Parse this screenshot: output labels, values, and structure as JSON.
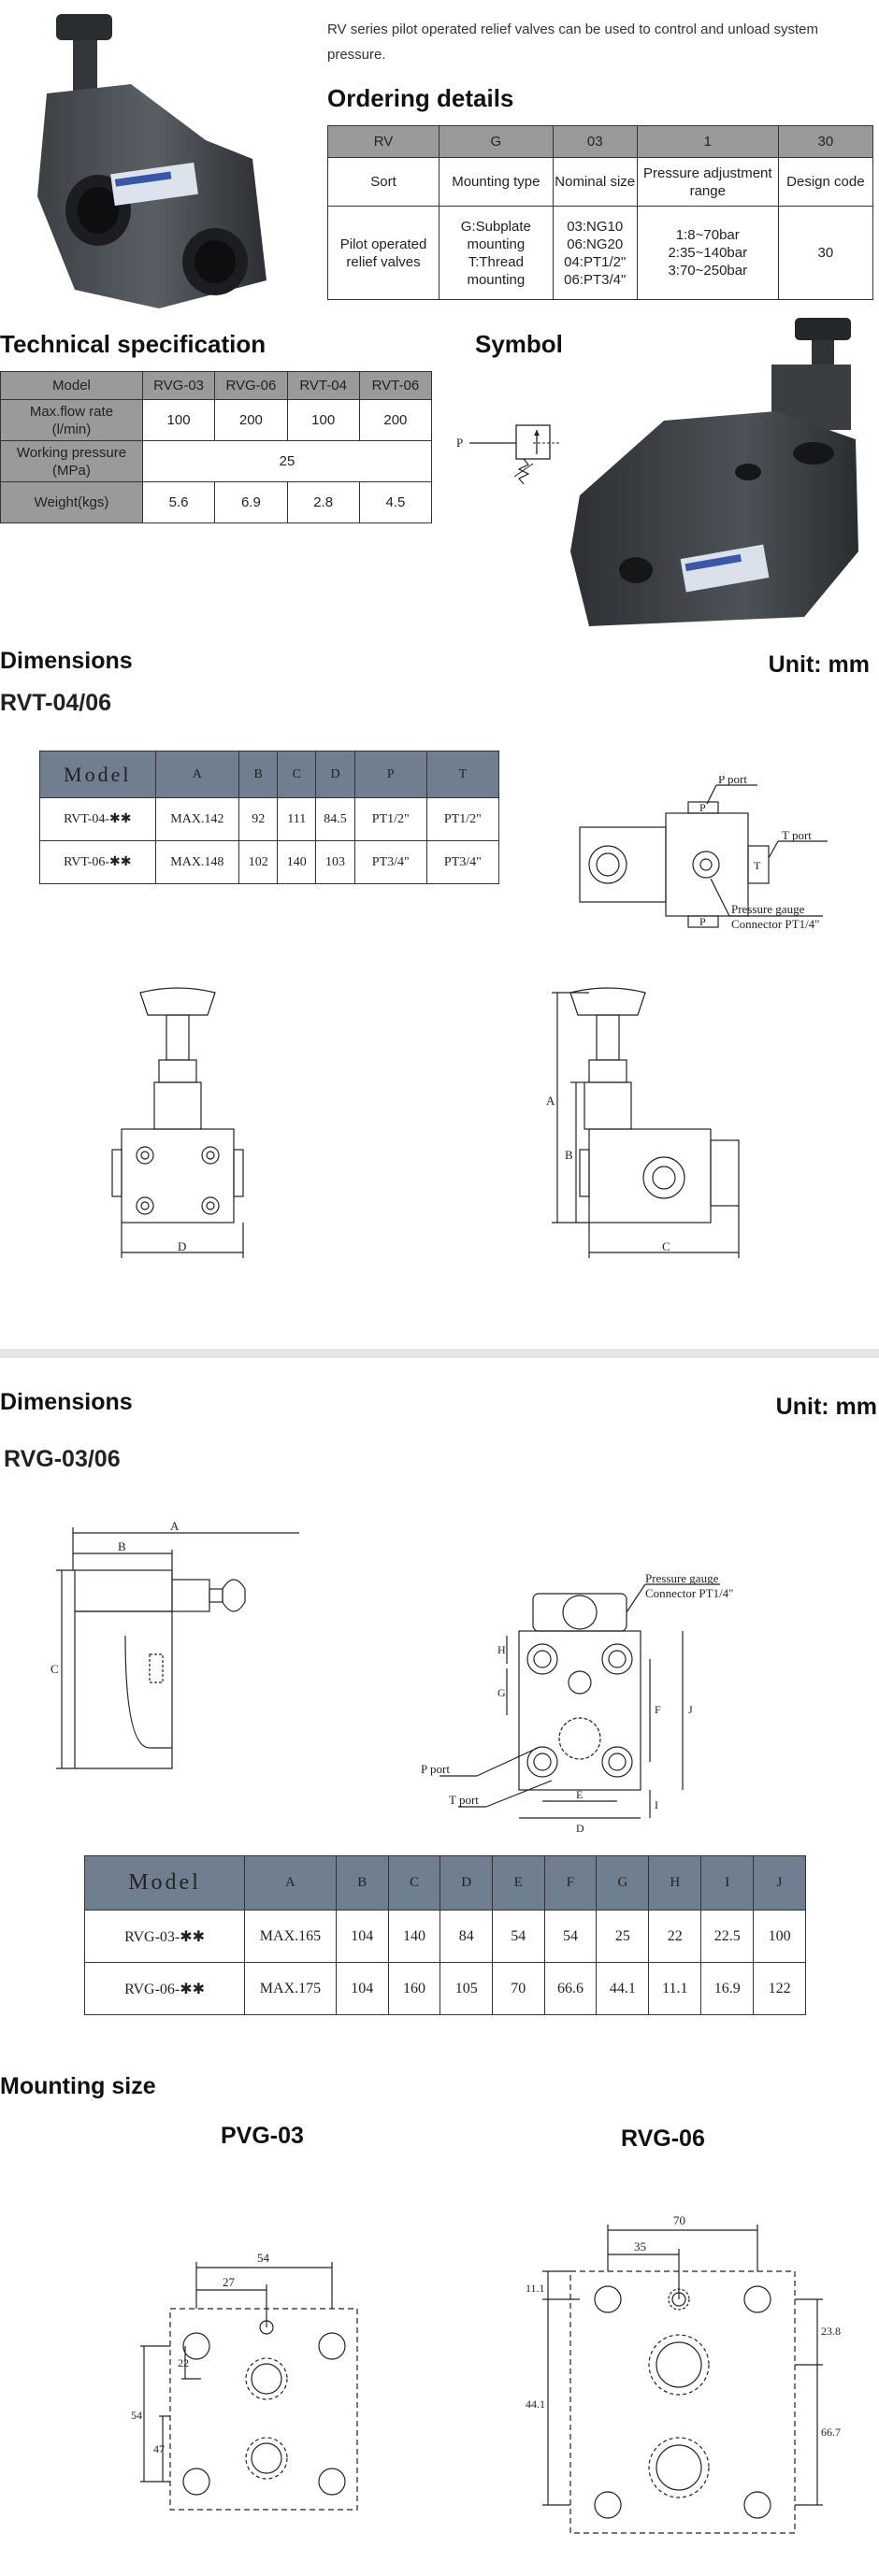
{
  "intro": "RV series pilot operated relief valves can be used to control and unload system pressure.",
  "ordering": {
    "title": "Ordering details",
    "codes": [
      "RV",
      "G",
      "03",
      "1",
      "30"
    ],
    "labels": [
      "Sort",
      "Mounting type",
      "Nominal size",
      "Pressure adjustment range",
      "Design code"
    ],
    "values": [
      [
        "Pilot operated",
        "relief valves"
      ],
      [
        "G:Subplate",
        "mounting",
        "T:Thread",
        "mounting"
      ],
      [
        "03:NG10",
        "06:NG20",
        "04:PT1/2\"",
        "06:PT3/4\""
      ],
      [
        "1:8~70bar",
        "2:35~140bar",
        "3:70~250bar"
      ],
      [
        "30"
      ]
    ]
  },
  "techspec": {
    "title": "Technical specification",
    "headers": [
      "Model",
      "RVG-03",
      "RVG-06",
      "RVT-04",
      "RVT-06"
    ],
    "rows": [
      {
        "label": [
          "Max.flow rate",
          "(l/min)"
        ],
        "cells": [
          "100",
          "200",
          "100",
          "200"
        ]
      },
      {
        "label": [
          "Working pressure",
          "(MPa)"
        ],
        "cells": [
          "25"
        ]
      },
      {
        "label": [
          "Weight(kgs)"
        ],
        "cells": [
          "5.6",
          "6.9",
          "2.8",
          "4.5"
        ]
      }
    ]
  },
  "symbol": {
    "title": "Symbol",
    "p_label": "P"
  },
  "dims1": {
    "title": "Dimensions",
    "unit": "Unit: mm",
    "subtitle": "RVT-04/06",
    "headers": [
      "Model",
      "A",
      "B",
      "C",
      "D",
      "P",
      "T"
    ],
    "rows": [
      [
        "RVT-04-✱✱",
        "MAX.142",
        "92",
        "111",
        "84.5",
        "PT1/2\"",
        "PT1/2\""
      ],
      [
        "RVT-06-✱✱",
        "MAX.148",
        "102",
        "140",
        "103",
        "PT3/4\"",
        "PT3/4\""
      ]
    ],
    "labels": {
      "p_port": "P port",
      "t_port": "T port",
      "gauge1": "Pressure gauge",
      "gauge2": "Connector PT1/4\"",
      "p": "P",
      "t": "T",
      "a": "A",
      "b": "B",
      "c": "C",
      "d": "D"
    }
  },
  "dims2": {
    "title": "Dimensions",
    "unit": "Unit: mm",
    "subtitle": "RVG-03/06",
    "headers": [
      "Model",
      "A",
      "B",
      "C",
      "D",
      "E",
      "F",
      "G",
      "H",
      "I",
      "J"
    ],
    "rows": [
      [
        "RVG-03-✱✱",
        "MAX.165",
        "104",
        "140",
        "84",
        "54",
        "54",
        "25",
        "22",
        "22.5",
        "100"
      ],
      [
        "RVG-06-✱✱",
        "MAX.175",
        "104",
        "160",
        "105",
        "70",
        "66.6",
        "44.1",
        "11.1",
        "16.9",
        "122"
      ]
    ],
    "labels": {
      "gauge1": "Pressure gauge",
      "gauge2": "Connector PT1/4\"",
      "p_port": "P port",
      "t_port": "T port",
      "a": "A",
      "b": "B",
      "c": "C",
      "d": "D",
      "e": "E",
      "f": "F",
      "g": "G",
      "h": "H",
      "i": "I",
      "j": "J"
    }
  },
  "mounting": {
    "title": "Mounting size",
    "left": {
      "title": "PVG-03",
      "d54": "54",
      "d27": "27",
      "d22": "22",
      "d47": "47",
      "d54v": "54"
    },
    "right": {
      "title": "RVG-06",
      "d70": "70",
      "d35": "35",
      "d11": "11.1",
      "d23": "23.8",
      "d44": "44.1",
      "d66": "66.7"
    }
  }
}
